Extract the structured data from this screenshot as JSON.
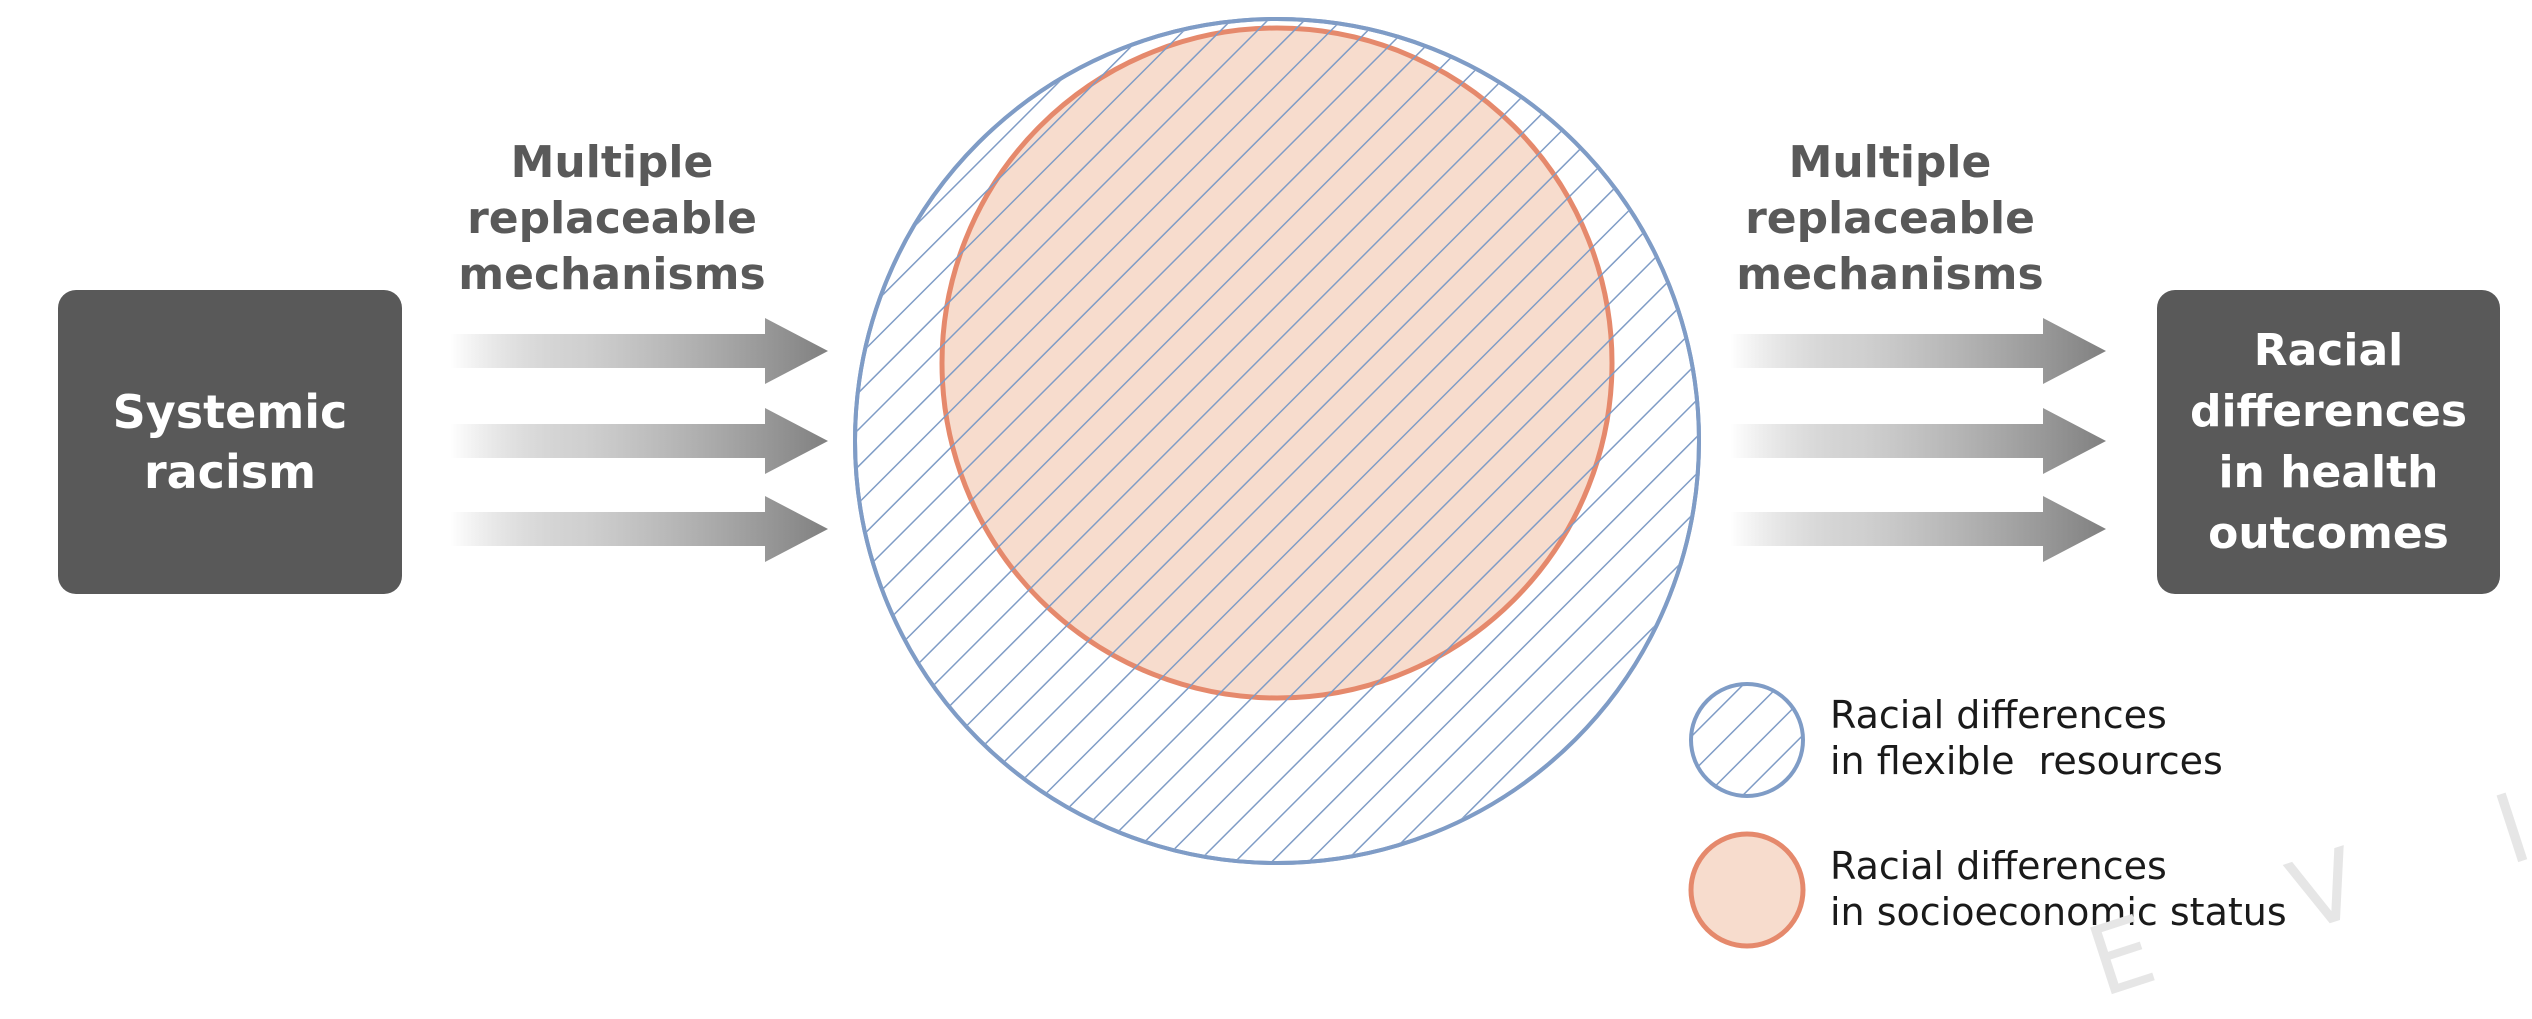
{
  "diagram": {
    "source_box": {
      "lines": [
        "Systemic",
        "racism"
      ]
    },
    "target_box": {
      "lines": [
        "Racial",
        "differences",
        "in health",
        "outcomes"
      ]
    },
    "left_mechanisms": {
      "lines": [
        "Multiple",
        "replaceable",
        "mechanisms"
      ]
    },
    "right_mechanisms": {
      "lines": [
        "Multiple",
        "replaceable",
        "mechanisms"
      ]
    },
    "legend": [
      {
        "id": "flexible",
        "lines": [
          "Racial differences",
          "in flexible  resources"
        ],
        "style": "hatched",
        "color": "#7f9cc6"
      },
      {
        "id": "ses",
        "lines": [
          "Racial differences",
          "in socioeconomic status"
        ],
        "style": "filled",
        "color": "#e5896c",
        "fill": "#f7dccd"
      }
    ],
    "watermark": "E V I",
    "colors": {
      "box": "#595959",
      "arrow": "#8c8c8c",
      "hatch": "#7f9cc6",
      "ses_fill": "#f7dccd",
      "ses_stroke": "#e5896c"
    }
  }
}
